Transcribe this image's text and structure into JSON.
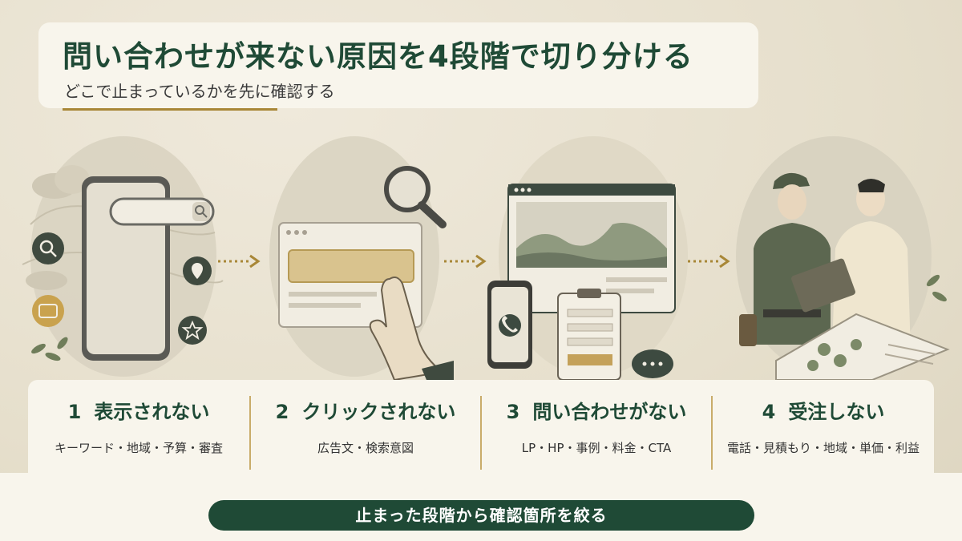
{
  "header": {
    "title": "問い合わせが来ない原因を4段階で切り分ける",
    "subtitle": "どこで止まっているかを先に確認する"
  },
  "stages": [
    {
      "number": "1",
      "label": "表示されない",
      "items": "キーワード・地域・予算・審査"
    },
    {
      "number": "2",
      "label": "クリックされない",
      "items": "広告文・検索意図"
    },
    {
      "number": "3",
      "label": "問い合わせがない",
      "items": "LP・HP・事例・料金・CTA"
    },
    {
      "number": "4",
      "label": "受注しない",
      "items": "電話・見積もり・地域・単価・利益"
    }
  ],
  "footer": {
    "cta_label": "止まった段階から確認箇所を絞る"
  },
  "colors": {
    "brand_green": "#1f4a36",
    "accent_gold": "#a88737",
    "panel": "#f8f5ec",
    "background": "#ebe4d3"
  },
  "icons": [
    "search-icon",
    "wallet-icon",
    "location-pin-icon",
    "star-icon",
    "magnifier-icon",
    "pointing-hand-icon",
    "phone-icon",
    "clipboard-icon",
    "chat-bubble-icon",
    "arrow-right-icon"
  ]
}
